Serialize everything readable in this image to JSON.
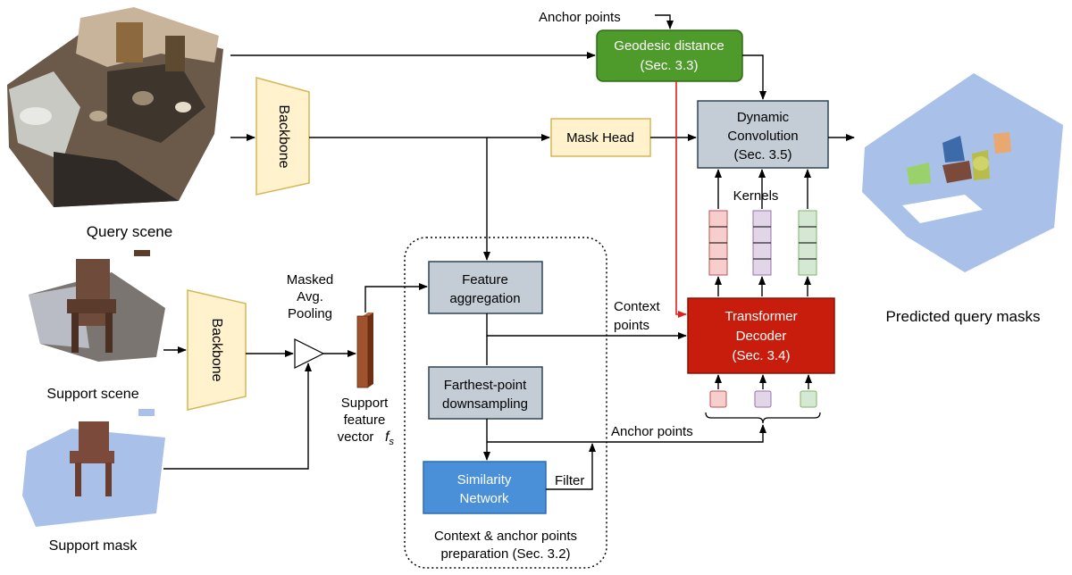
{
  "query": {
    "caption": "Query scene"
  },
  "support": {
    "scene_caption": "Support scene",
    "mask_caption": "Support mask",
    "pooling_label": [
      "Masked",
      "Avg.",
      "Pooling"
    ],
    "vector_label": [
      "Support",
      "feature",
      "vector"
    ],
    "vector_symbol": "f",
    "vector_subscript": "s"
  },
  "backbone_label": "Backbone",
  "geodesic": {
    "line1": "Geodesic distance",
    "line2": "(Sec. 3.3)",
    "input_label": "Anchor points"
  },
  "mask_head": "Mask Head",
  "dynamic_conv": {
    "line1": "Dynamic",
    "line2": "Convolution",
    "line3": "(Sec. 3.5)"
  },
  "kernels_label": "Kernels",
  "transformer": {
    "line1": "Transformer",
    "line2": "Decoder",
    "line3": "(Sec. 3.4)"
  },
  "context_points": [
    "Context",
    "points"
  ],
  "anchor_points_label": "Anchor points",
  "feature_aggregation": [
    "Feature",
    "aggregation"
  ],
  "farthest_point": [
    "Farthest-point",
    "downsampling"
  ],
  "similarity": [
    "Similarity",
    "Network"
  ],
  "filter_label": "Filter",
  "prep_group": [
    "Context & anchor points",
    "preparation (Sec. 3.2)"
  ],
  "output_caption": "Predicted query masks",
  "colors": {
    "geodesic_fill": "#4e9a2a",
    "geodesic_stroke": "#2f6b16",
    "mask_head_fill": "#fff2cc",
    "mask_head_stroke": "#d6b656",
    "backbone_fill": "#fff2cc",
    "backbone_stroke": "#d6b656",
    "gray_box_fill": "#c4cdd6",
    "gray_box_stroke": "#314354",
    "transformer_fill": "#c81d0c",
    "transformer_stroke": "#8b1205",
    "similarity_fill": "#4a90d9",
    "similarity_stroke": "#2c6bb0",
    "red_arrow": "#e0211a",
    "kernel_pink": "#f8cecc",
    "kernel_purple": "#e1d5e7",
    "kernel_green": "#d5e8d4",
    "vector_brown": "#a0522d",
    "mask_blue": "#a9c1e8"
  }
}
